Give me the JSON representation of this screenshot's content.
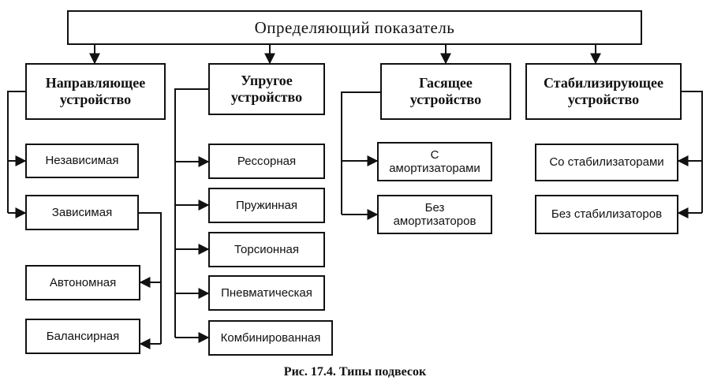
{
  "root": "Определяющий показатель",
  "columns": [
    {
      "title": "Направляющее устройство",
      "items": [
        "Независимая",
        "Зависимая"
      ],
      "subitems": [
        "Автономная",
        "Балансирная"
      ]
    },
    {
      "title": "Упругое устройство",
      "items": [
        "Рессорная",
        "Пружинная",
        "Торсионная",
        "Пневматическая",
        "Комбинированная"
      ]
    },
    {
      "title": "Гасящее устройство",
      "items": [
        "С амортизаторами",
        "Без амортизаторов"
      ]
    },
    {
      "title": "Стабилизирующее устройство",
      "items": [
        "Со стабилизаторами",
        "Без стабилизаторов"
      ]
    }
  ],
  "caption": "Рис. 17.4. Типы подвесок"
}
